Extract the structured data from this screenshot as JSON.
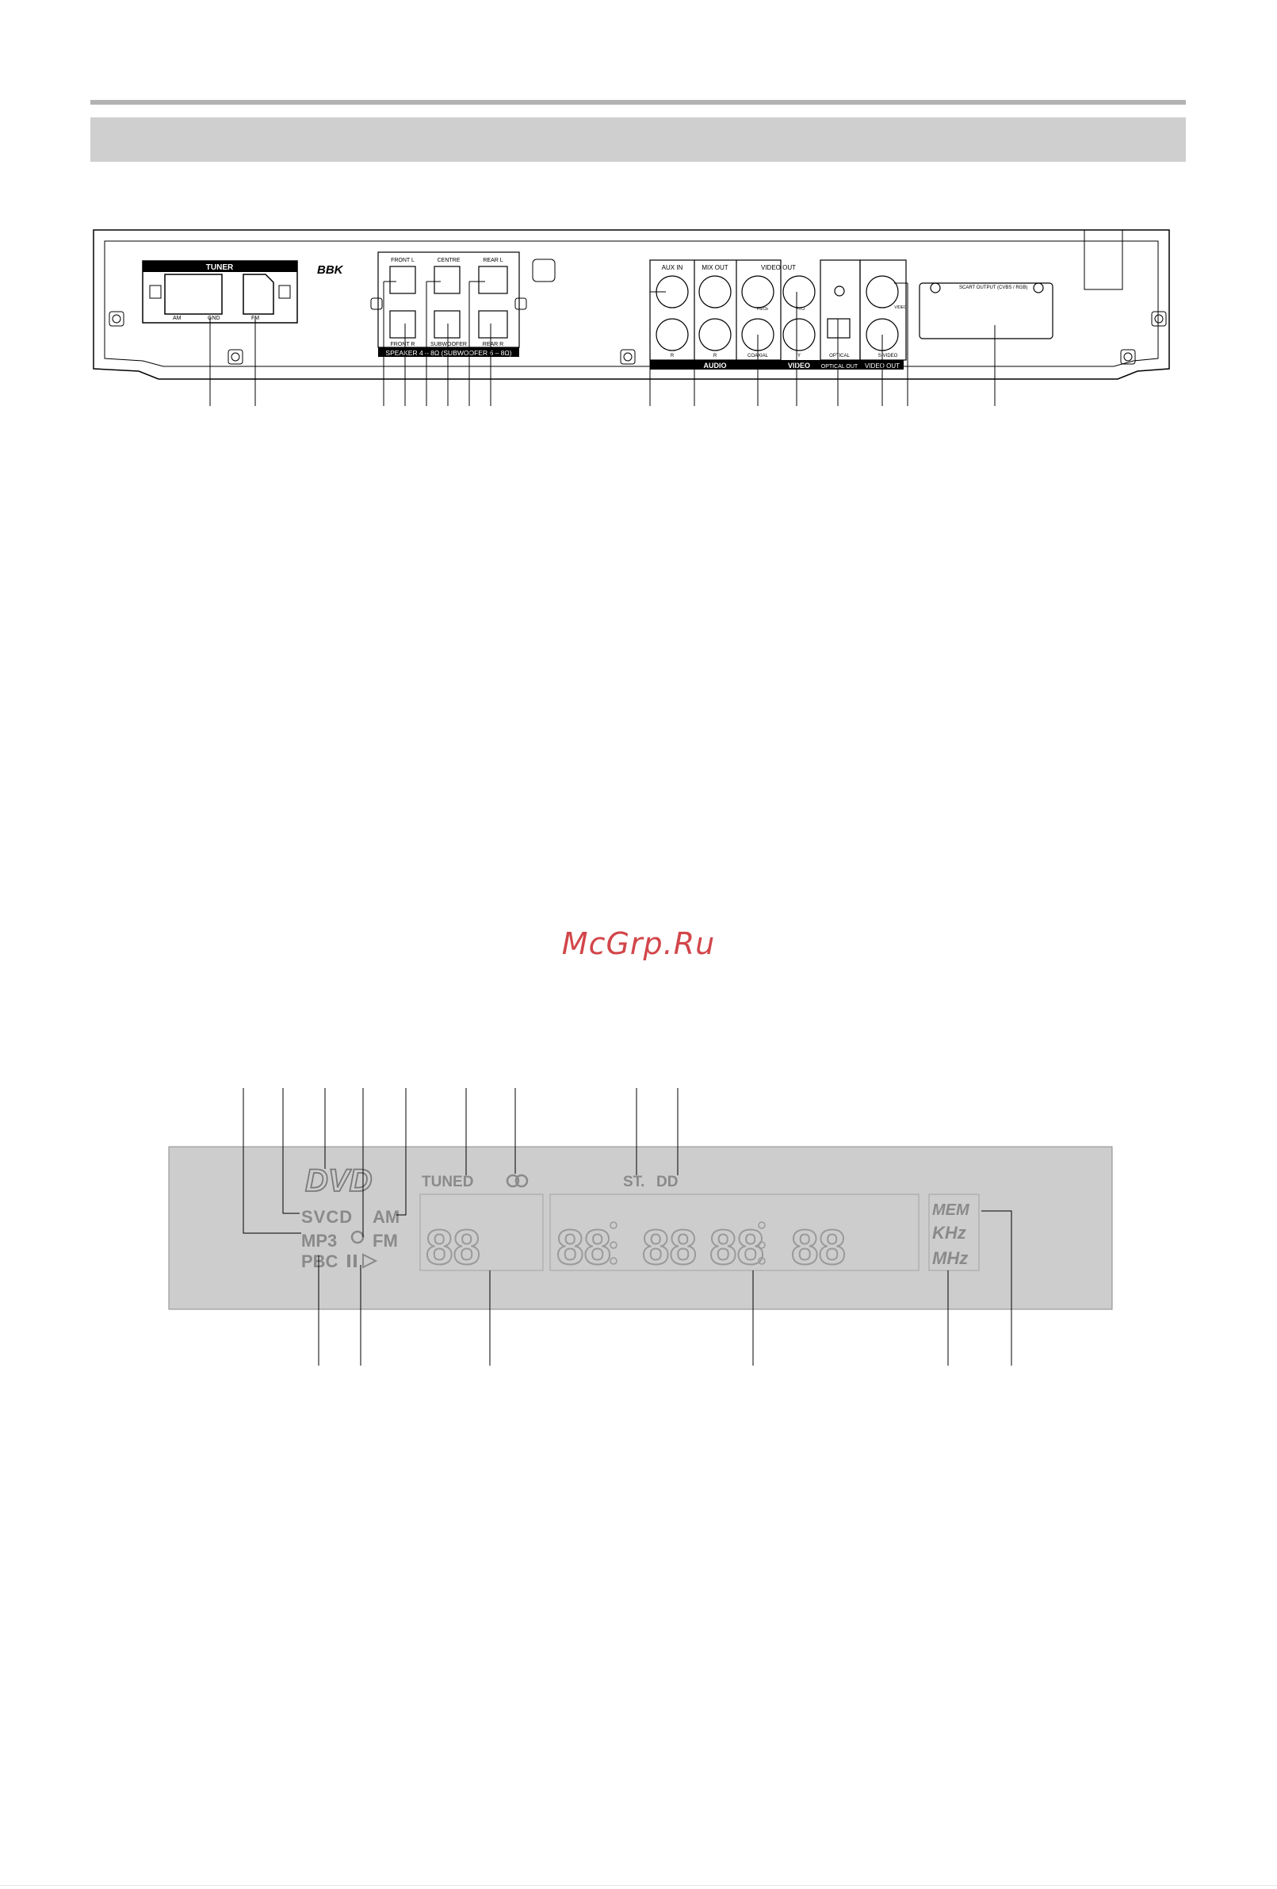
{
  "rear_panel": {
    "brand": "BBK",
    "tuner": {
      "title": "TUNER",
      "am": "AM",
      "gnd": "GND",
      "fm": "FM"
    },
    "speakers": {
      "front_l": "FRONT L",
      "centre": "CENTRE",
      "rear_l": "REAR L",
      "front_r": "FRONT R",
      "subwoofer": "SUBWOOFER",
      "rear_r": "REAR R",
      "caption": "SPEAKER 4 – 8Ω (SUBWOOFER 6 – 8Ω)"
    },
    "audio": {
      "aux_in": "AUX IN",
      "mix_out": "MIX OUT",
      "r1": "R",
      "r2": "R",
      "caption": "AUDIO"
    },
    "video": {
      "video_out": "VIDEO OUT",
      "pb": "Pb/Cb",
      "pr": "Pr/Cr",
      "coaxial": "COAXIAL",
      "y": "Y",
      "caption": "VIDEO"
    },
    "optical": {
      "label": "OPTICAL",
      "caption": "OPTICAL OUT"
    },
    "video_out2": {
      "video": "VIDEO",
      "svideo": "S-VIDEO",
      "caption": "VIDEO OUT"
    },
    "scart": {
      "label": "SCART OUTPUT (CVBS / RGB)"
    }
  },
  "watermark": "McGrp.Ru",
  "display": {
    "dvd": "DVD",
    "svcd": "SVCD",
    "mp3": "MP3",
    "pbc": "PBC",
    "am": "AM",
    "fm": "FM",
    "tuned": "TUNED",
    "st": "ST.",
    "dd": "DD",
    "mem": "MEM",
    "khz": "KHz",
    "mhz": "MHz",
    "digit_glyph": "88"
  },
  "colors": {
    "panel_fill": "#cdcdcd",
    "segment": "#9a9a9a",
    "segment_dark": "#7a7a7a",
    "line": "#000000",
    "watermark": "#d2464a"
  }
}
